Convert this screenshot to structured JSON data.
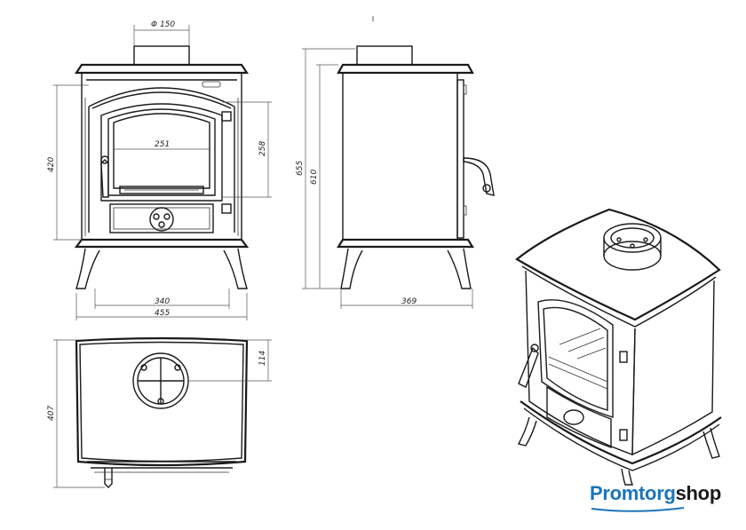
{
  "dimensions": {
    "flue_diameter": "Φ 150",
    "inner_width": "251",
    "glass_height": "258",
    "body_height": "420",
    "total_height": "655",
    "body_height_side": "610",
    "leg_spacing": "340",
    "total_width": "455",
    "depth": "369",
    "flue_offset": "114",
    "top_depth": "407"
  },
  "brand": {
    "part1": "Promtorg",
    "part2": "shop"
  },
  "colors": {
    "line": "#1a1a1a",
    "brand_blue": "#1b75bb"
  }
}
